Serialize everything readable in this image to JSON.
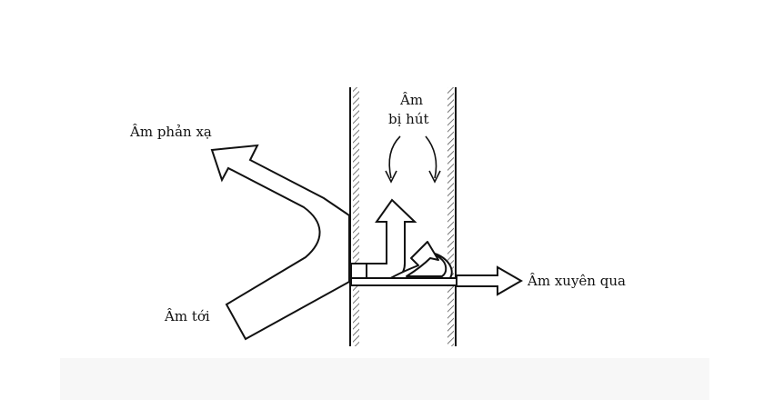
{
  "labels": {
    "reflected": "Âm phản xạ",
    "absorbed_line1": "Âm",
    "absorbed_line2": "bị hút",
    "incident": "Âm tới",
    "transmitted": "Âm xuyên qua"
  },
  "colors": {
    "stroke": "#111111",
    "hatch": "#555555",
    "background": "#ffffff"
  }
}
